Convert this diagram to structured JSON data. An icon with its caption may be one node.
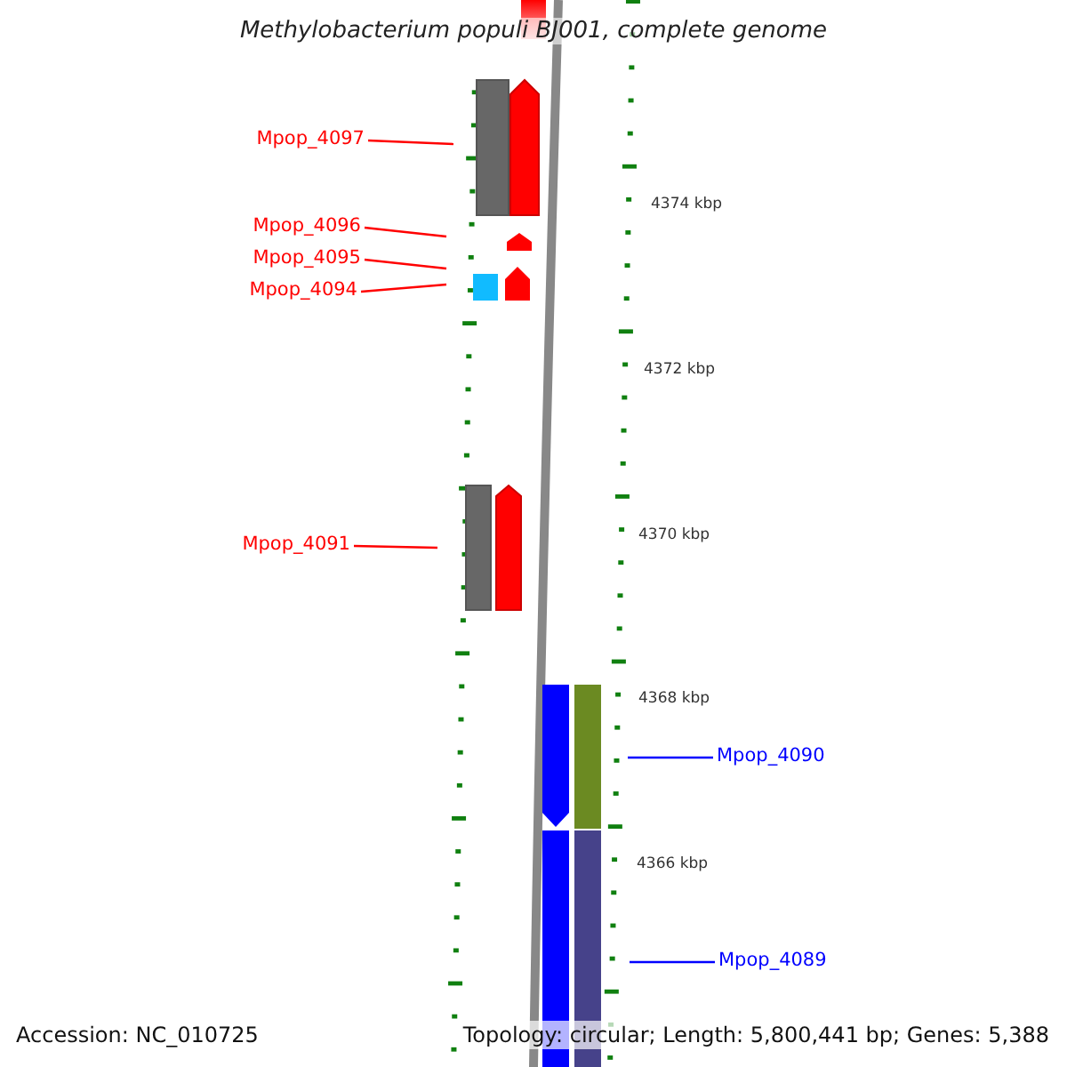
{
  "diagram": {
    "title": "Methylobacterium populi BJ001, complete genome",
    "nodes": [
      {
        "text": [
          "Mpop_4097"
        ]
      },
      {
        "text": [
          "Mpop_4096"
        ]
      },
      {
        "text": [
          "Mpop_4095"
        ]
      },
      {
        "text": [
          "Mpop_4094"
        ]
      },
      {
        "text": [
          "Mpop_4091"
        ]
      },
      {
        "text": [
          "Mpop_4090"
        ]
      },
      {
        "text": [
          "Mpop_4089"
        ]
      }
    ],
    "edges": [
      {
        "from": 0,
        "to": null,
        "arrow": "none"
      },
      {
        "from": 1,
        "to": null,
        "arrow": "none"
      },
      {
        "from": 2,
        "to": null,
        "arrow": "none"
      },
      {
        "from": 3,
        "to": null,
        "arrow": "none"
      },
      {
        "from": 4,
        "to": null,
        "arrow": "none"
      },
      {
        "from": 5,
        "to": null,
        "arrow": "none",
        "color": "#0000ff"
      },
      {
        "from": 6,
        "to": null,
        "arrow": "none",
        "color": "#0000ff"
      }
    ],
    "labels": [
      "4374 kbp",
      "4372 kbp",
      "4370 kbp",
      "4368 kbp",
      "4366 kbp",
      "Accession: NC_010725",
      "Topology: circular; Length: 5,800,441 bp; Genes: 5,388"
    ]
  }
}
